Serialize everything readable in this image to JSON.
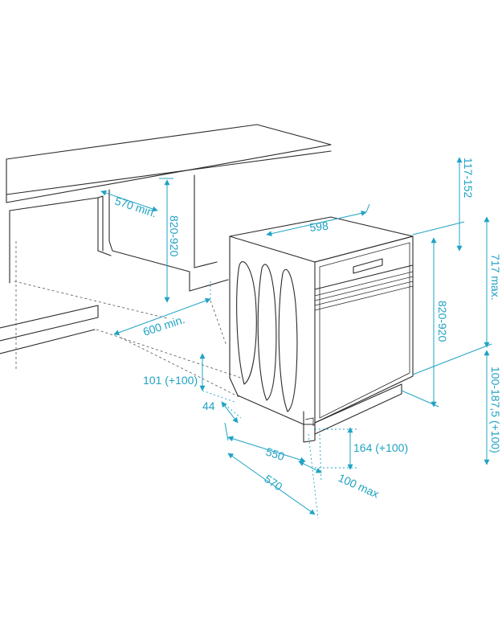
{
  "colors": {
    "line": "#2b2b2b",
    "dimension": "#1fa3c4",
    "background": "#ffffff"
  },
  "labels": {
    "niche_depth": "570 min.",
    "niche_height": "820-920",
    "niche_width": "600 min.",
    "appliance_width": "598",
    "top_gap": "117-152",
    "panel_height": "717 max.",
    "appliance_height": "820-920",
    "base_offset": "101 (+100)",
    "plinth_depth": "44",
    "plinth_height": "164 (+100)",
    "plinth_range": "100-187,5 (+100)",
    "body_depth": "550",
    "total_depth": "570",
    "plinth_max": "100 max"
  }
}
